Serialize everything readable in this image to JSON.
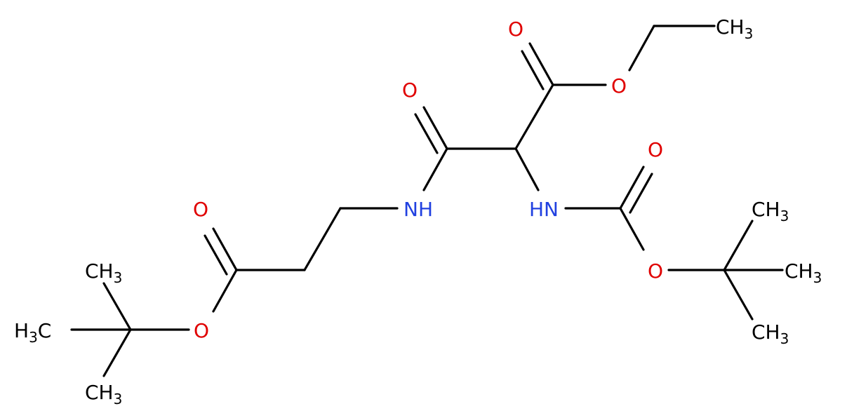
{
  "diagram": {
    "type": "chemical-structure",
    "colors": {
      "carbon": "#000000",
      "oxygen": "#e00000",
      "nitrogen": "#2040e0",
      "background": "#ffffff"
    },
    "atom_labels": {
      "o_ester_carbonyl": "O",
      "ch3_ethyl": "CH",
      "ch3_ethyl_sub": "3",
      "o_ethyl_ether": "O",
      "o_amide": "O",
      "o_boc_carbonyl": "O",
      "nh_amide": "NH",
      "hn_boc": "HN",
      "o_left_carbonyl": "O",
      "o_boc_ether": "O",
      "ch3_boc_top": "CH",
      "ch3_boc_top_sub": "3",
      "ch3_boc_right": "CH",
      "ch3_boc_right_sub": "3",
      "ch3_boc_bottom": "CH",
      "ch3_boc_bottom_sub": "3",
      "ch3_left_top": "CH",
      "ch3_left_top_sub": "3",
      "h3c_left": "H",
      "h3c_left_sub": "3",
      "h3c_left_c": "C",
      "o_left_ether": "O",
      "ch3_left_bottom": "CH",
      "ch3_left_bottom_sub": "3"
    }
  }
}
